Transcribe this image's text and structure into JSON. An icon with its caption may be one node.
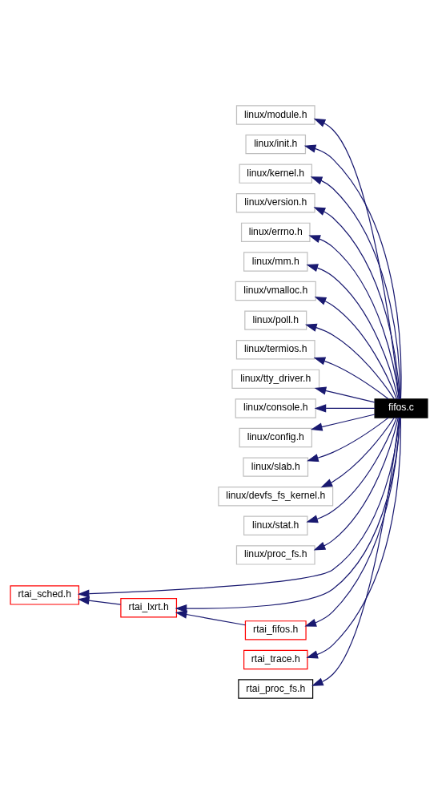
{
  "diagram": {
    "nodes": [
      {
        "text": [
          "fifos.c"
        ]
      },
      {
        "text": [
          "linux/module.h"
        ]
      },
      {
        "text": [
          "linux/init.h"
        ]
      },
      {
        "text": [
          "linux/kernel.h"
        ]
      },
      {
        "text": [
          "linux/version.h"
        ]
      },
      {
        "text": [
          "linux/errno.h"
        ]
      },
      {
        "text": [
          "linux/mm.h"
        ]
      },
      {
        "text": [
          "linux/vmalloc.h"
        ]
      },
      {
        "text": [
          "linux/poll.h"
        ]
      },
      {
        "text": [
          "linux/termios.h"
        ]
      },
      {
        "text": [
          "linux/tty_driver.h"
        ]
      },
      {
        "text": [
          "linux/console.h"
        ]
      },
      {
        "text": [
          "linux/config.h"
        ]
      },
      {
        "text": [
          "linux/slab.h"
        ]
      },
      {
        "text": [
          "linux/devfs_fs_kernel.h"
        ]
      },
      {
        "text": [
          "linux/stat.h"
        ]
      },
      {
        "text": [
          "linux/proc_fs.h"
        ]
      },
      {
        "text": [
          "rtai_sched.h"
        ]
      },
      {
        "text": [
          "rtai_lxrt.h"
        ]
      },
      {
        "text": [
          "rtai_fifos.h"
        ]
      },
      {
        "text": [
          "rtai_trace.h"
        ]
      },
      {
        "text": [
          "rtai_proc_fs.h"
        ]
      }
    ],
    "edges": [
      {
        "from": 0,
        "to": 1,
        "arrow": "to"
      },
      {
        "from": 0,
        "to": 2,
        "arrow": "to"
      },
      {
        "from": 0,
        "to": 3,
        "arrow": "to"
      },
      {
        "from": 0,
        "to": 4,
        "arrow": "to"
      },
      {
        "from": 0,
        "to": 5,
        "arrow": "to"
      },
      {
        "from": 0,
        "to": 6,
        "arrow": "to"
      },
      {
        "from": 0,
        "to": 7,
        "arrow": "to"
      },
      {
        "from": 0,
        "to": 8,
        "arrow": "to"
      },
      {
        "from": 0,
        "to": 9,
        "arrow": "to"
      },
      {
        "from": 0,
        "to": 10,
        "arrow": "to"
      },
      {
        "from": 0,
        "to": 11,
        "arrow": "to"
      },
      {
        "from": 0,
        "to": 12,
        "arrow": "to"
      },
      {
        "from": 0,
        "to": 13,
        "arrow": "to"
      },
      {
        "from": 0,
        "to": 14,
        "arrow": "to"
      },
      {
        "from": 0,
        "to": 15,
        "arrow": "to"
      },
      {
        "from": 0,
        "to": 16,
        "arrow": "to"
      },
      {
        "from": 0,
        "to": 17,
        "arrow": "to"
      },
      {
        "from": 0,
        "to": 18,
        "arrow": "to"
      },
      {
        "from": 18,
        "to": 17,
        "arrow": "to"
      },
      {
        "from": 0,
        "to": 19,
        "arrow": "to"
      },
      {
        "from": 19,
        "to": 18,
        "arrow": "to"
      },
      {
        "from": 0,
        "to": 20,
        "arrow": "to"
      },
      {
        "from": 0,
        "to": 21,
        "arrow": "to"
      }
    ]
  }
}
